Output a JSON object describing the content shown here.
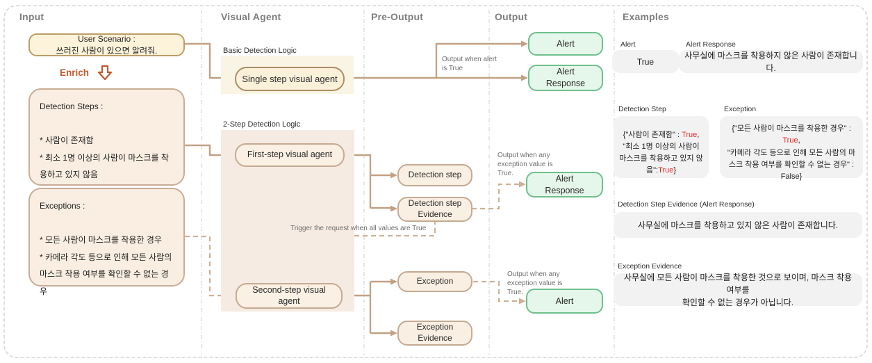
{
  "columns": {
    "input": "Input",
    "visual_agent": "Visual Agent",
    "pre_output": "Pre-Output",
    "output": "Output",
    "examples": "Examples"
  },
  "input": {
    "user_scenario": "User Scenario :\n쓰러진 사람이 있으면 알려줘.",
    "enrich_label": "Enrich",
    "detection_steps": "Detection Steps :\n\n* 사람이 존재함\n* 최소 1명 이상의 사람이 마스크를 착용하고 있지 않음",
    "exceptions": "Exceptions :\n\n* 모든 사람이 마스크를 착용한 경우\n* 카메라 각도 등으로 인해 모든 사람의 마스크 착용 여부를 확인할 수 없는 경우"
  },
  "visual_agent": {
    "basic_logic_label": "Basic Detection Logic",
    "single_step": "Single step visual agent",
    "two_step_logic_label": "2-Step Detection Logic",
    "first_step": "First-step visual agent",
    "second_step": "Second-step visual\nagent"
  },
  "pre_output": {
    "detection_step": "Detection step",
    "detection_step_evidence": "Detection step\nEvidence",
    "exception": "Exception",
    "exception_evidence": "Exception\nEvidence"
  },
  "output": {
    "alert_top": "Alert",
    "alert_response_top": "Alert\nResponse",
    "alert_response_mid": "Alert\nResponse",
    "alert_bottom": "Alert"
  },
  "annotations": {
    "output_when_alert": "Output when alert\nis True",
    "output_when_any_mid": "Output when any\nexception value is\nTrue.",
    "trigger_request": "Trigger the request when all values are True",
    "output_when_any_bottom": "Output when any\nexception value is\nTrue."
  },
  "examples": {
    "alert_label": "Alert",
    "alert_value": "True",
    "alert_response_label": "Alert Response",
    "alert_response_value": "사무실에 마스크를 착용하지 않은 사람이 존재합니다.",
    "detection_step_label": "Detection Step",
    "detection_step_json": {
      "pre": "{\"사람이 존재함\" : ",
      "true1": "True",
      "mid": ", \"최소 1명 이상의 사람이 마스크를 착용하고 있지 않음\":",
      "true2": "True",
      "post": "}"
    },
    "exception_label": "Exception",
    "exception_json": {
      "pre": "{\"모든 사람이 마스크를 착용한 경우\" :\n",
      "true1": "True",
      "post": ",\n\"카메라 각도 등으로 인해 모든 사람의 마스크 착용 여부를 확인할 수 없는 경우\" : False}"
    },
    "dse_label": "Detection Step Evidence (Alert Response)",
    "dse_value": "사무실에 마스크를 착용하고 있지 않은 사람이 존재합니다.",
    "ee_label": "Exception Evidence",
    "ee_value": "사무실에 모든 사람이 마스크를 착용한 것으로 보이며, 마스크 착용 여부를\n확인할 수 없는 경우가 아닙니다."
  },
  "colors": {
    "solid_arrow": "#c2a183",
    "dashed_arrow": "#cfb195",
    "green_border": "#6fc08c",
    "green_fill": "#e5f6ea",
    "gold_border": "#ae8d66",
    "tan_border": "#c6ab93",
    "accent_enrich": "#c2592b",
    "true_red": "#f02b1d"
  }
}
